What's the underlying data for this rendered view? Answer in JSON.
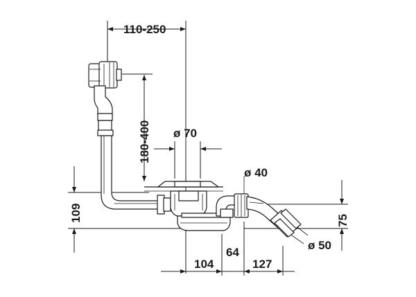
{
  "dimensions": {
    "overflow_reach": "110-250",
    "overflow_height": "180-400",
    "drain_diameter": "ø 70",
    "trap_outlet_diameter": "ø 40",
    "height_left": "109",
    "outlet_height": "75",
    "drain_offset": "104",
    "trap_spacing": "64",
    "outlet_length": "127",
    "pipe_diameter": "ø 50"
  },
  "colors": {
    "line": "#1a1a1a",
    "background": "#ffffff"
  }
}
